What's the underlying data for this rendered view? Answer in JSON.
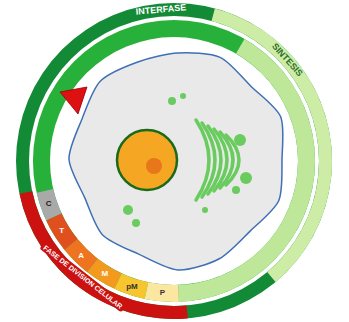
{
  "diagram": {
    "labels": [
      "INTERFASE",
      "SINTESIS",
      "FASE DE DIVISION CELULAR",
      "C",
      "T",
      "A",
      "M",
      "pM",
      "P"
    ]
  }
}
